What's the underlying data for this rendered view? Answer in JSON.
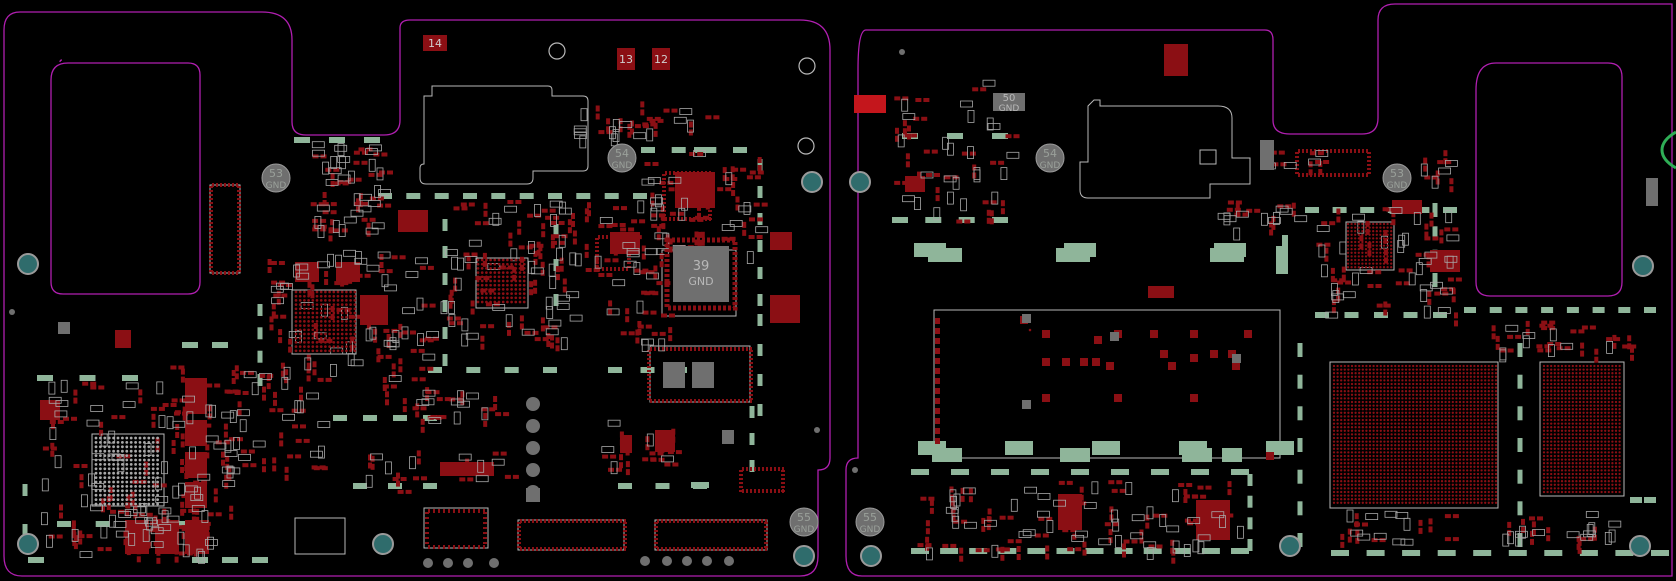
{
  "colors": {
    "background": "#000000",
    "outline": "#b01fb0",
    "silk": "#b8b8b8",
    "pad_green": "#8fb59a",
    "pad_red": "#8b0f14",
    "pad_red_bright": "#c4161c",
    "gray": "#6f6f6f",
    "via": "#2f6c6c"
  },
  "markers": {
    "m14": "14",
    "m13": "13",
    "m12": "12",
    "gnd": "GND",
    "n53": "53",
    "n54": "54",
    "n55": "55",
    "n50": "50",
    "n39": "39"
  }
}
